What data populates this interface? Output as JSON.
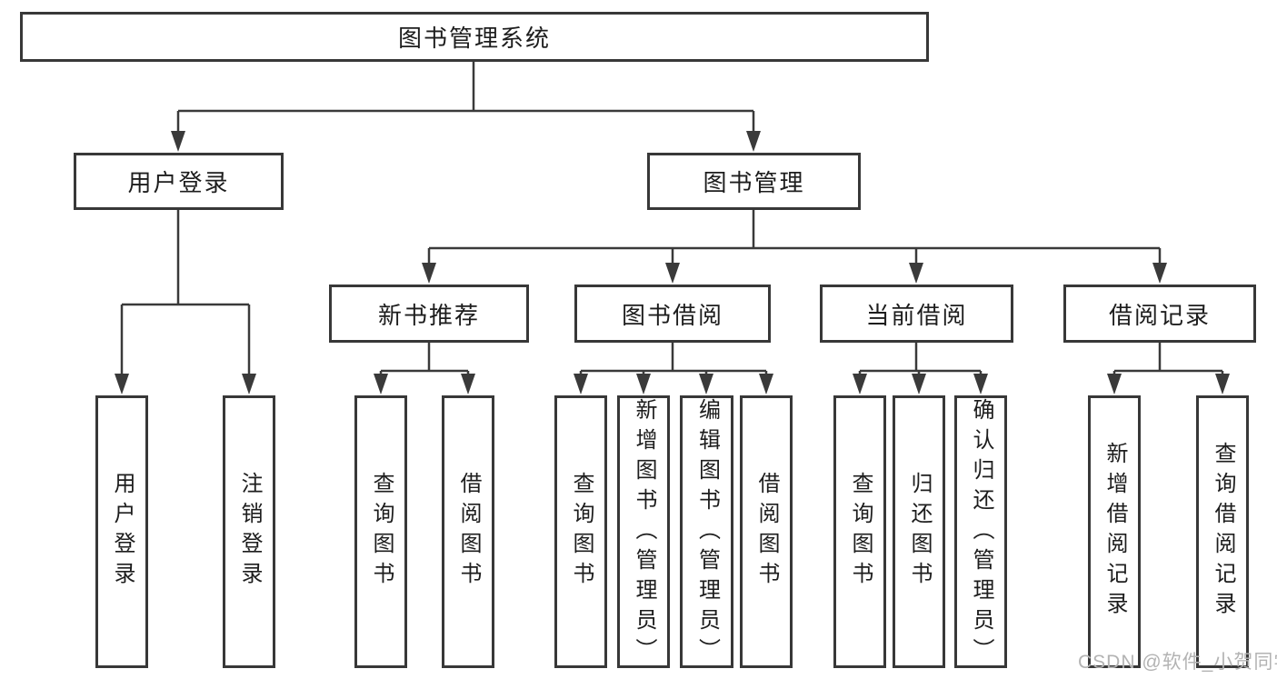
{
  "tree": {
    "label": "图书管理系统",
    "children": [
      {
        "label": "用户登录",
        "children": [
          {
            "label": "用户登录"
          },
          {
            "label": "注销登录"
          }
        ]
      },
      {
        "label": "图书管理",
        "children": [
          {
            "label": "新书推荐",
            "children": [
              {
                "label": "查询图书"
              },
              {
                "label": "借阅图书"
              }
            ]
          },
          {
            "label": "图书借阅",
            "children": [
              {
                "label": "查询图书"
              },
              {
                "label": "新增图书（管理员）"
              },
              {
                "label": "编辑图书（管理员）"
              },
              {
                "label": "借阅图书"
              }
            ]
          },
          {
            "label": "当前借阅",
            "children": [
              {
                "label": "查询图书"
              },
              {
                "label": "归还图书"
              },
              {
                "label": "确认归还（管理员）"
              }
            ]
          },
          {
            "label": "借阅记录",
            "children": [
              {
                "label": "新增借阅记录"
              },
              {
                "label": "查询借阅记录"
              }
            ]
          }
        ]
      }
    ]
  },
  "watermark": {
    "text": "CSDN @软件_小贺同学"
  },
  "colors": {
    "line": "#3a3a3a",
    "border": "#383838",
    "bg": "#ffffff",
    "text": "#1d1d1d",
    "watermark": "#b3b3b3"
  }
}
